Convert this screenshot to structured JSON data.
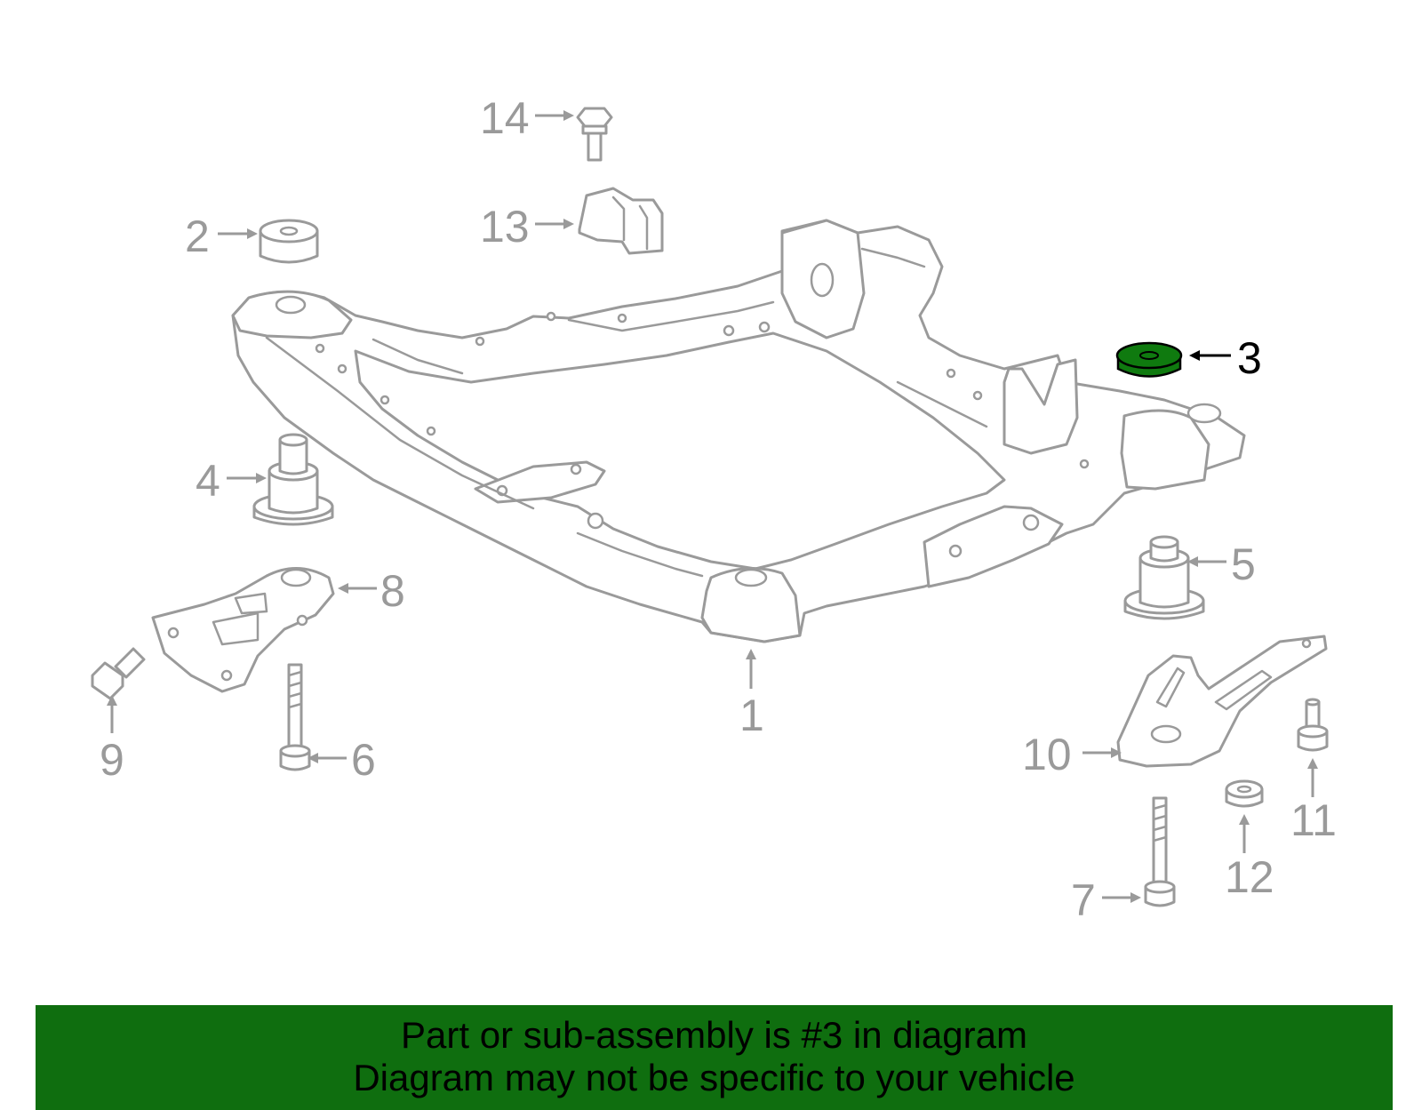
{
  "diagram": {
    "highlight_part": "3",
    "highlight_color": "#0f7a0f",
    "banner_color": "#0f6e0f",
    "line_color": "#9a9a9a",
    "callouts": {
      "p1": "1",
      "p2": "2",
      "p3": "3",
      "p4": "4",
      "p5": "5",
      "p6": "6",
      "p7": "7",
      "p8": "8",
      "p9": "9",
      "p10": "10",
      "p11": "11",
      "p12": "12",
      "p13": "13",
      "p14": "14"
    }
  },
  "banner": {
    "line1": "Part or sub-assembly is #3 in diagram",
    "line2": "Diagram may not be specific to your vehicle"
  }
}
